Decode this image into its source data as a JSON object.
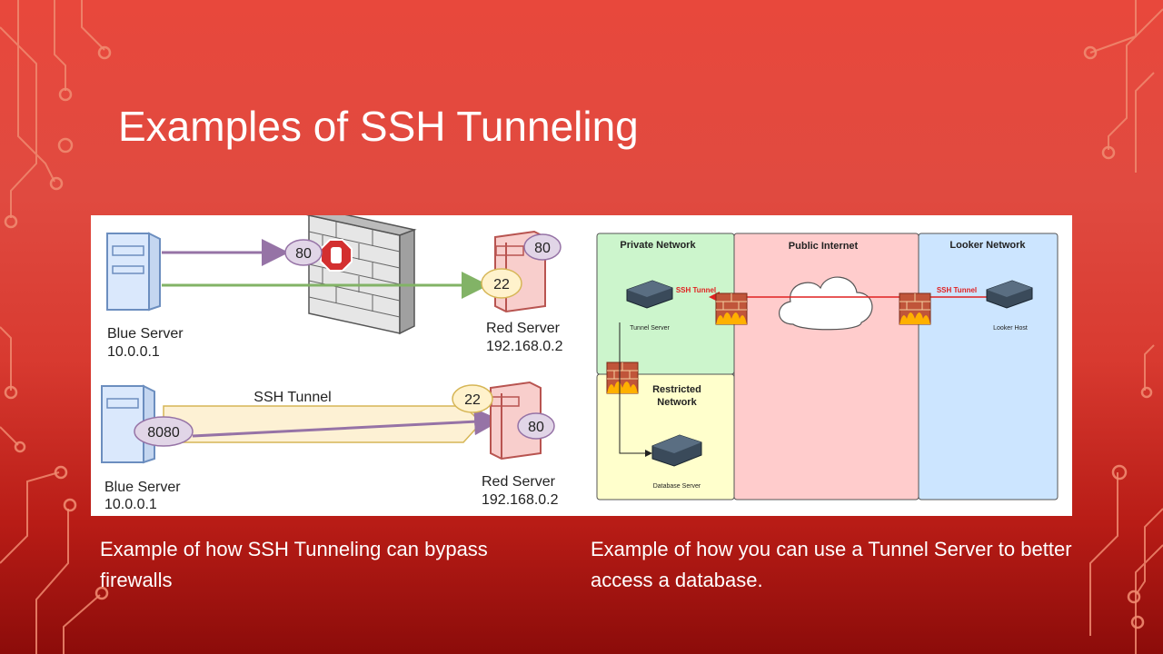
{
  "slide": {
    "title": "Examples of SSH Tunneling",
    "colors": {
      "background": "#e04a40",
      "accent_line": "#f08a70"
    }
  },
  "left_diagram": {
    "top": {
      "source_label": "Blue Server",
      "source_ip": "10.0.0.1",
      "blocked_port": "80",
      "target_label": "Red Server",
      "target_ip": "192.168.0.2",
      "target_port_top": "80",
      "target_port_allowed": "22"
    },
    "bottom": {
      "tunnel_label": "SSH Tunnel",
      "source_label": "Blue Server",
      "source_ip": "10.0.0.1",
      "local_port": "8080",
      "target_label": "Red Server",
      "target_ip": "192.168.0.2",
      "tunnel_port": "22",
      "forward_port": "80"
    }
  },
  "right_diagram": {
    "zones": {
      "private": "Private Network",
      "public": "Public Internet",
      "looker": "Looker Network",
      "restricted_line1": "Restricted",
      "restricted_line2": "Network"
    },
    "tunnel_label_left": "SSH Tunnel",
    "tunnel_label_right": "SSH Tunnel",
    "tunnel_server": "Tunnel Server",
    "looker_host": "Looker Host",
    "database_server": "Database Server"
  },
  "captions": {
    "left": "Example of how SSH Tunneling can bypass firewalls",
    "right": "Example of how you can use a Tunnel Server to better access a database."
  }
}
